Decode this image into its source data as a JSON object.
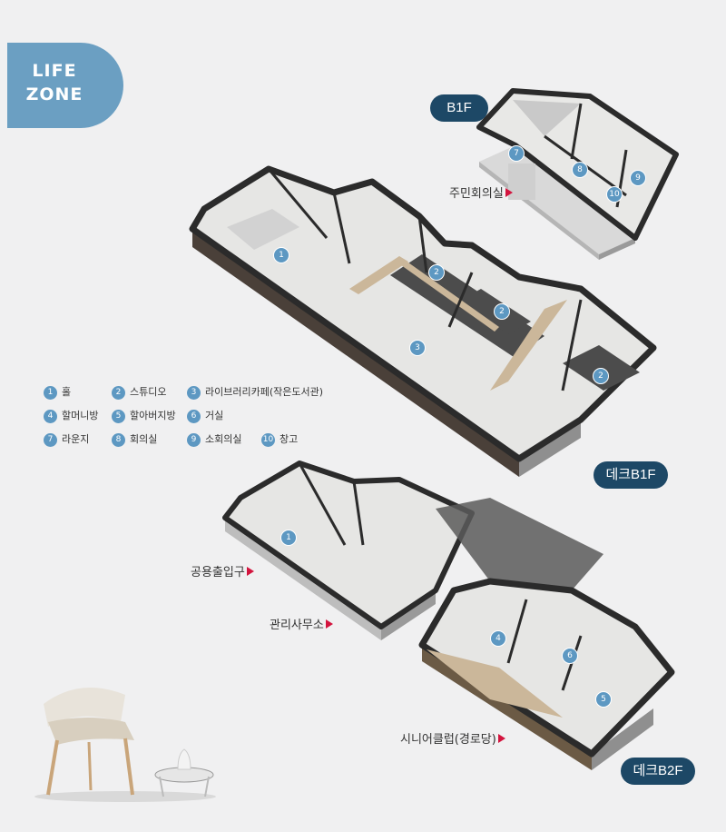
{
  "zone_tab": {
    "line1": "LIFE",
    "line2": "ZONE"
  },
  "floors": {
    "b1f": "B1F",
    "deck_b1f": "데크B1F",
    "deck_b2f": "데크B2F"
  },
  "callouts": {
    "meeting": "주민회의실",
    "entrance": "공용출입구",
    "office": "관리사무소",
    "senior": "시니어클럽(경로당)"
  },
  "legend": [
    {
      "num": "1",
      "label": "홀"
    },
    {
      "num": "2",
      "label": "스튜디오"
    },
    {
      "num": "3",
      "label": "라이브러리카페(작은도서관)"
    },
    {
      "num": "4",
      "label": "할머니방"
    },
    {
      "num": "5",
      "label": "할아버지방"
    },
    {
      "num": "6",
      "label": "거실"
    },
    {
      "num": "7",
      "label": "라운지"
    },
    {
      "num": "8",
      "label": "회의실"
    },
    {
      "num": "9",
      "label": "소회의실"
    },
    {
      "num": "10",
      "label": "창고"
    }
  ],
  "colors": {
    "badge": "#1d4866",
    "zone_tab": "#6b9fc2",
    "marker": "#5d98c2",
    "arrow": "#d3143e",
    "wall": "#2b2b2b"
  }
}
